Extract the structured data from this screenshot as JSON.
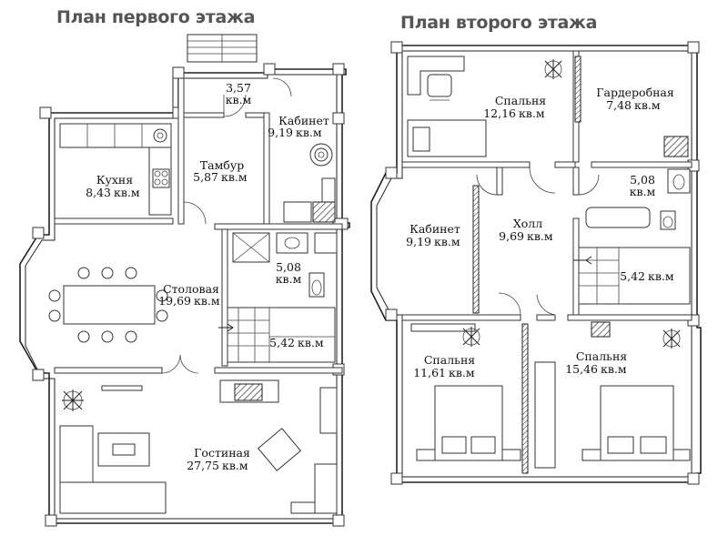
{
  "titles": {
    "first_floor": "План первого этажа",
    "second_floor": "План второго этажа"
  },
  "first_floor_rooms": [
    {
      "name": "",
      "area": "3,57",
      "unit": "кв.м"
    },
    {
      "name": "Кабинет",
      "area": "9,19",
      "unit": "кв.м"
    },
    {
      "name": "Тамбур",
      "area": "5,87",
      "unit": "кв.м"
    },
    {
      "name": "Кухня",
      "area": "8,43",
      "unit": "кв.м"
    },
    {
      "name": "Столовая",
      "area": "19,69",
      "unit": "кв.м"
    },
    {
      "name": "",
      "area": "5,08",
      "unit": "кв.м"
    },
    {
      "name": "",
      "area": "5,42",
      "unit": "кв.м"
    },
    {
      "name": "Гостиная",
      "area": "27,75",
      "unit": "кв.м"
    }
  ],
  "second_floor_rooms": [
    {
      "name": "Спальня",
      "area": "12,16",
      "unit": "кв.м"
    },
    {
      "name": "Гардеробная",
      "area": "7,48",
      "unit": "кв.м"
    },
    {
      "name": "",
      "area": "5,08",
      "unit": "кв.м"
    },
    {
      "name": "Кабинет",
      "area": "9,19",
      "unit": "кв.м"
    },
    {
      "name": "Холл",
      "area": "9,69",
      "unit": "кв.м"
    },
    {
      "name": "",
      "area": "5,42",
      "unit": "кв.м"
    },
    {
      "name": "Спальня",
      "area": "11,61",
      "unit": "кв.м"
    },
    {
      "name": "Спальня",
      "area": "15,46",
      "unit": "кв.м"
    }
  ]
}
